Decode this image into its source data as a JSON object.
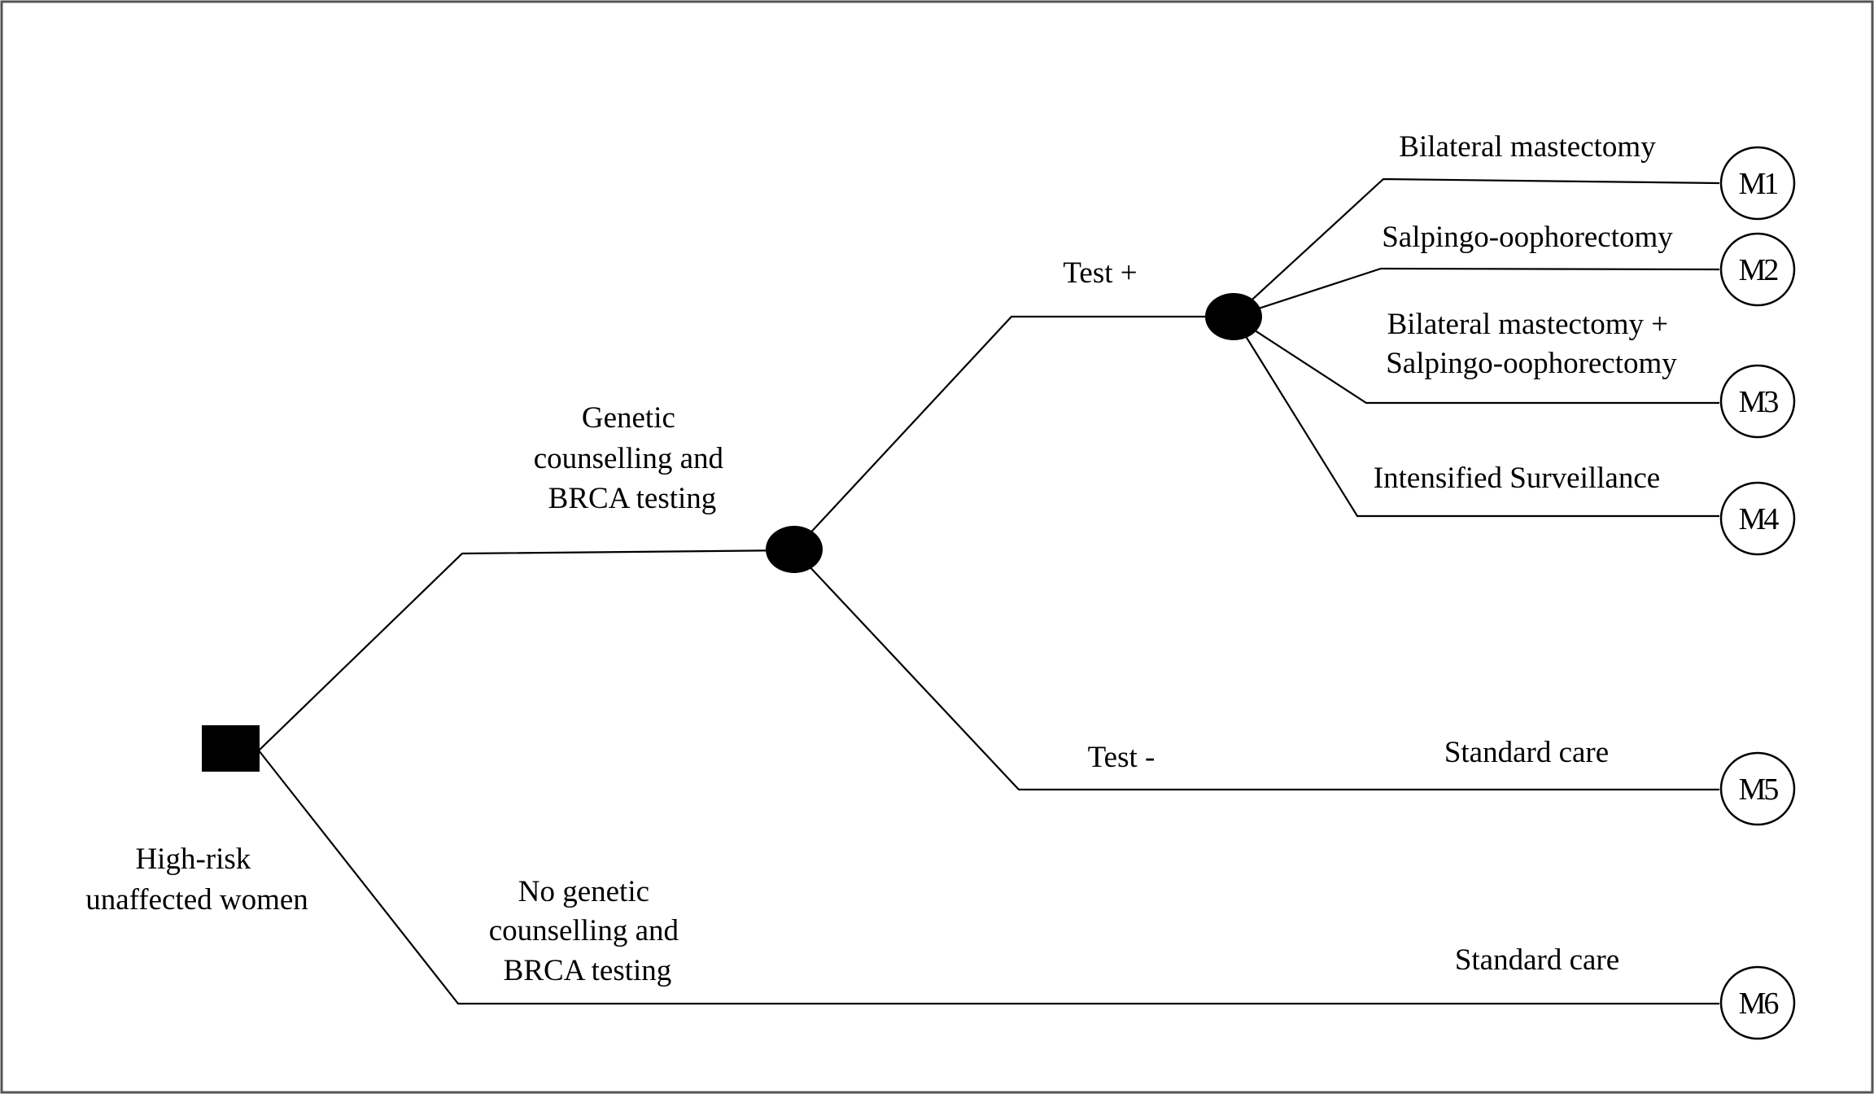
{
  "root": {
    "label_lines": [
      "High-risk",
      "unaffected women"
    ]
  },
  "branches": {
    "genetic": {
      "label_lines": [
        "Genetic",
        "counselling and",
        "BRCA testing"
      ]
    },
    "no_genetic": {
      "label_lines": [
        "No genetic",
        "counselling and",
        "BRCA testing"
      ]
    },
    "test_positive": {
      "label": "Test +"
    },
    "test_negative": {
      "label": "Test -"
    }
  },
  "options": {
    "bilateral_mastectomy": {
      "label_lines": [
        "Bilateral mastectomy"
      ]
    },
    "salpingo": {
      "label_lines": [
        "Salpingo-oophorectomy"
      ]
    },
    "both": {
      "label_lines": [
        "Bilateral mastectomy +",
        "Salpingo-oophorectomy"
      ]
    },
    "surveillance": {
      "label_lines": [
        "Intensified Surveillance"
      ]
    },
    "standard_care_negative": {
      "label_lines": [
        "Standard care"
      ]
    },
    "standard_care_no_test": {
      "label_lines": [
        "Standard care"
      ]
    }
  },
  "terminals": {
    "m1": "M1",
    "m2": "M2",
    "m3": "M3",
    "m4": "M4",
    "m5": "M5",
    "m6": "M6"
  }
}
